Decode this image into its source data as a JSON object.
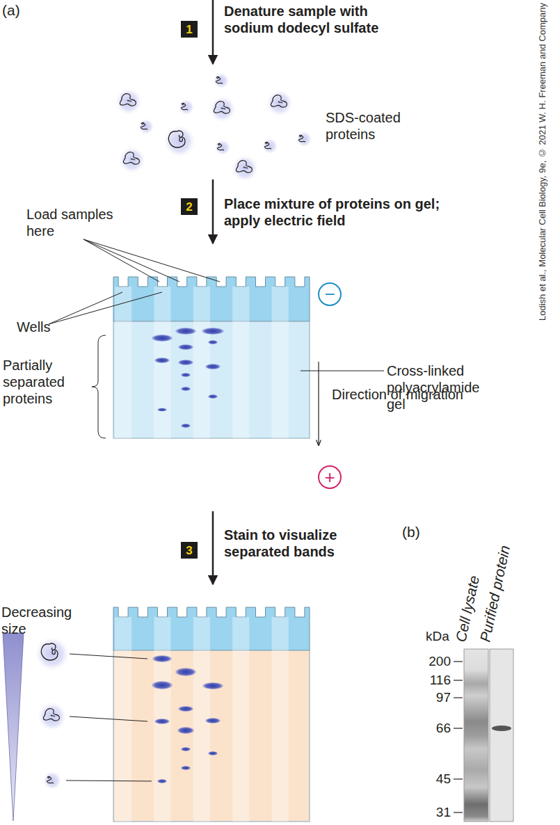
{
  "diagram": {
    "nodes": [
      {
        "text": [
          "1"
        ]
      },
      {
        "text": [
          "2"
        ]
      },
      {
        "text": [
          "−"
        ]
      },
      {
        "text": [
          "+"
        ]
      },
      {
        "text": [
          "3"
        ]
      }
    ],
    "labels": [
      "(a)",
      "Denature sample with sodium dodecyl sulfate",
      "SDS-coated proteins",
      "Place mixture of proteins on gel; apply electric field",
      "Load samples here",
      "Wells",
      "Cross-linked polyacrylamide gel",
      "Partially separated proteins",
      "Direction of migration",
      "Stain to visualize separated bands",
      "(b)",
      "Decreasing size",
      "kDa",
      "Cell lysate",
      "Purified protein",
      "200",
      "116",
      "97",
      "66",
      "45",
      "31",
      "Lodish et al., Molecular Cell Biology, 9e, © 2021 W. H. Freeman and Company"
    ]
  }
}
